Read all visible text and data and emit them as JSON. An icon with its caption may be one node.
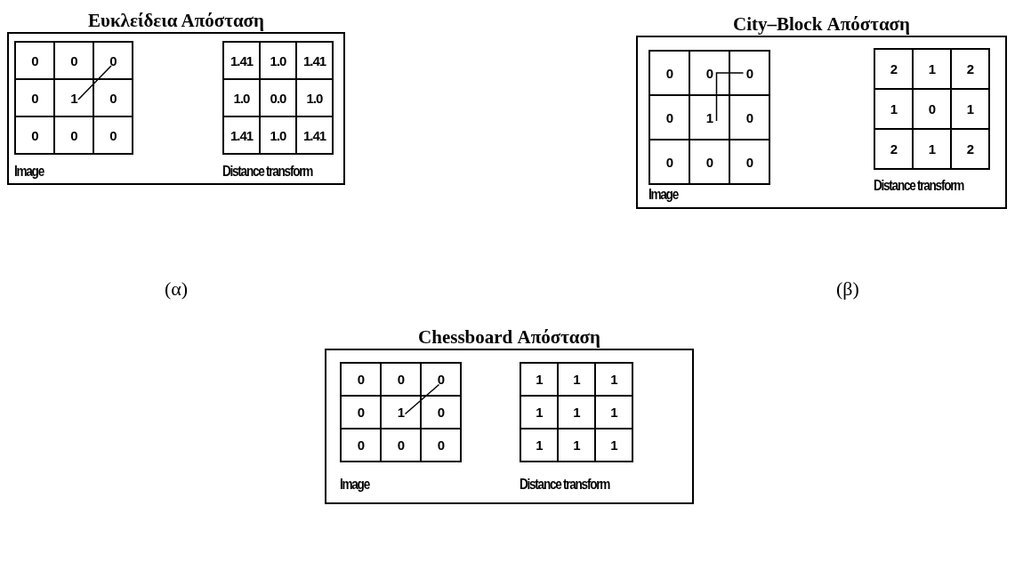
{
  "diagram": {
    "nodes": [
      {
        "text": [
          "Ευκλείδεια Απόσταση"
        ]
      },
      {
        "text": [
          "City–Block Απόσταση"
        ]
      },
      {
        "text": [
          "Chessboard Απόσταση"
        ]
      }
    ],
    "edges": [],
    "labels": [
      "0",
      "0",
      "0",
      "0",
      "1",
      "0",
      "0",
      "0",
      "0",
      "1.41",
      "1.0",
      "1.41",
      "1.0",
      "0.0",
      "1.0",
      "1.41",
      "1.0",
      "1.41",
      "Image",
      "Distance transform",
      "(α)",
      "0",
      "0",
      "0",
      "0",
      "1",
      "0",
      "0",
      "0",
      "0",
      "2",
      "1",
      "2",
      "1",
      "0",
      "1",
      "2",
      "1",
      "2",
      "Image",
      "Distance transform",
      "(β)",
      "0",
      "0",
      "0",
      "0",
      "1",
      "0",
      "0",
      "0",
      "0",
      "1",
      "1",
      "1",
      "1",
      "1",
      "1",
      "1",
      "1",
      "1",
      "Image",
      "Distance transform"
    ]
  }
}
